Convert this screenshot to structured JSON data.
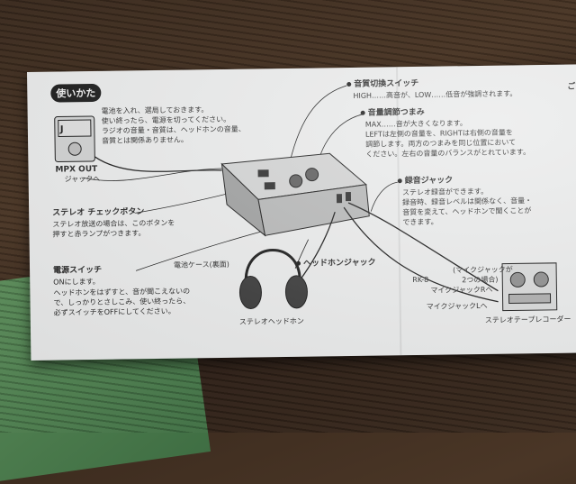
{
  "sheet": {
    "title": "使いかた",
    "intro": [
      "電池を入れ、選局しておきます。",
      "使い終ったら、電源を切ってください。",
      "ラジオの音量・音質は、ヘッドホンの音量、",
      "音質とは関係ありません。"
    ],
    "mpx_out": "MPX OUT",
    "jack_to": "ジャックへ",
    "quality_switch": {
      "label": "音質切換スイッチ",
      "desc": "HIGH……高音が、LOW……低音が強調されます。"
    },
    "volume_knob": {
      "label": "音量調節つまみ",
      "desc": [
        "MAX……音が大きくなります。",
        "LEFTは左側の音量を、RIGHTは右側の音量を",
        "調節します。両方のつまみを同じ位置において",
        "ください。左右の音量のバランスがとれています。"
      ]
    },
    "record_jack": {
      "label": "録音ジャック",
      "desc": [
        "ステレオ録音ができます。",
        "録音時、録音レベルは関係なく、音量・",
        "音質を変えて、ヘッドホンで聞くことが",
        "できます。"
      ]
    },
    "stereo_check": {
      "label": "ステレオ チェックボタン",
      "desc": [
        "ステレオ放送の場合は、このボタンを",
        "押すと赤ランプがつきます。"
      ]
    },
    "power_switch": {
      "label": "電源スイッチ",
      "desc": [
        "ONにします。",
        "ヘッドホンをはずすと、音が聞こえないの",
        "で、しっかりとさしこみ、使い終ったら、",
        "必ずスイッチをOFFにしてください。"
      ]
    },
    "battery_case": "電池ケース(裏面)",
    "headphone_jack": "ヘッドホンジャック",
    "stereo_headphone": "ステレオヘッドホン",
    "mic_jack_note": [
      "(マイクジャックが",
      "2つの場合)"
    ],
    "jack_r": "マイクジャックRへ",
    "jack_l": "マイクジャックLへ",
    "cable_code": "RK-8",
    "deck_label": "ステレオテープレコーダー",
    "right_col_head": "ご"
  },
  "colors": {
    "paper": "#e9eaea",
    "ink": "#222222"
  }
}
